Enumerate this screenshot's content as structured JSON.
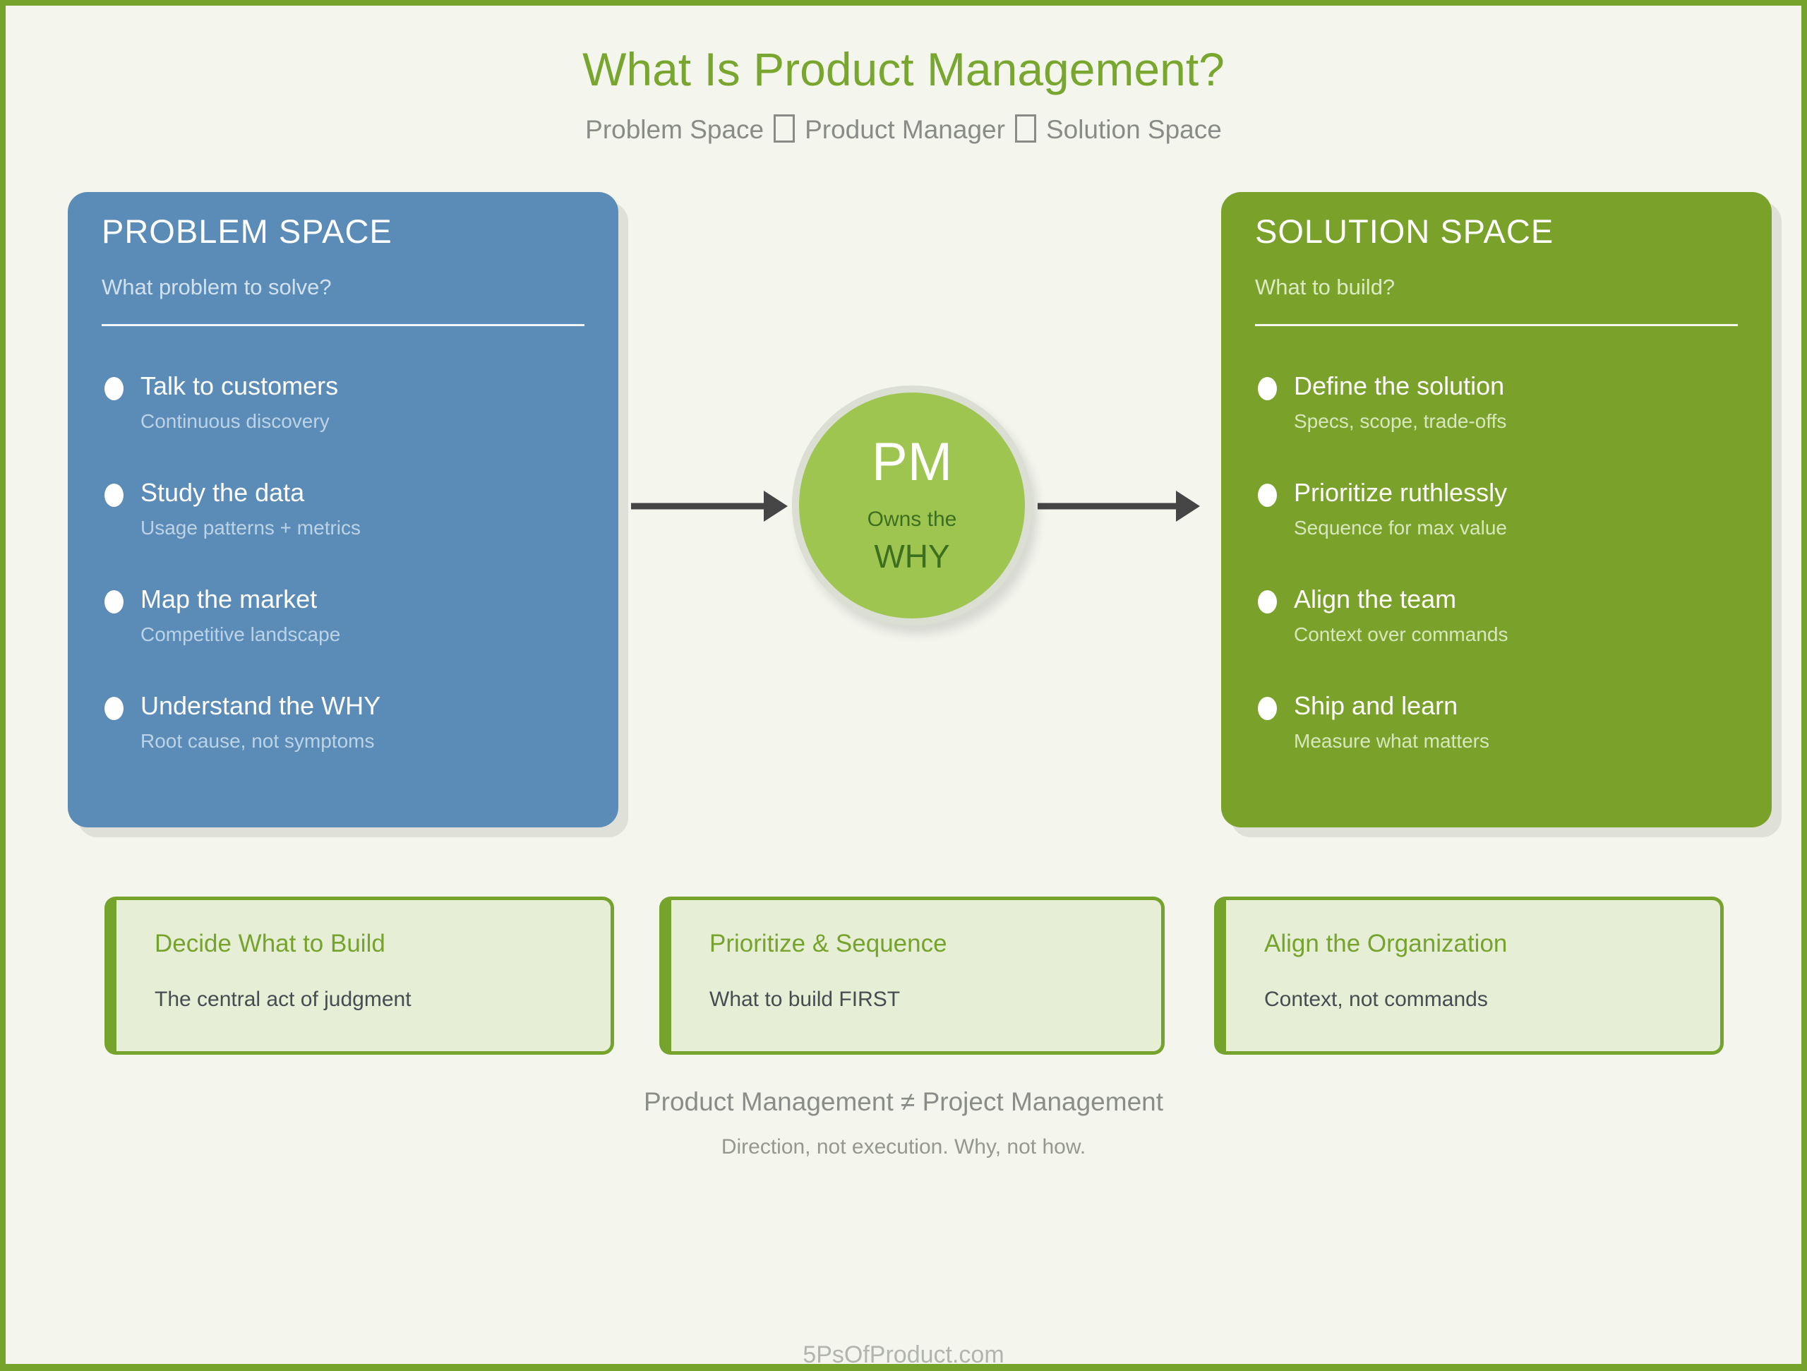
{
  "title": "What Is Product Management?",
  "subtitle": {
    "part1": "Problem Space",
    "part2": "Product Manager",
    "part3": "Solution Space"
  },
  "problem": {
    "heading": "PROBLEM SPACE",
    "question": "What problem to solve?",
    "items": [
      {
        "title": "Talk to customers",
        "desc": "Continuous discovery"
      },
      {
        "title": "Study the data",
        "desc": "Usage patterns + metrics"
      },
      {
        "title": "Map the market",
        "desc": "Competitive landscape"
      },
      {
        "title": "Understand the WHY",
        "desc": "Root cause, not symptoms"
      }
    ]
  },
  "pm": {
    "label": "PM",
    "line1": "Owns the",
    "line2": "WHY"
  },
  "solution": {
    "heading": "SOLUTION SPACE",
    "question": "What to build?",
    "items": [
      {
        "title": "Define the solution",
        "desc": "Specs, scope, trade-offs"
      },
      {
        "title": "Prioritize ruthlessly",
        "desc": "Sequence for max value"
      },
      {
        "title": "Align the team",
        "desc": "Context over commands"
      },
      {
        "title": "Ship and learn",
        "desc": "Measure what matters"
      }
    ]
  },
  "cards": [
    {
      "title": "Decide What to Build",
      "desc": "The central act of judgment"
    },
    {
      "title": "Prioritize & Sequence",
      "desc": "What to build FIRST"
    },
    {
      "title": "Align the Organization",
      "desc": "Context, not commands"
    }
  ],
  "footer": {
    "line1": "Product Management ≠ Project Management",
    "line2": "Direction, not execution. Why, not how."
  },
  "watermark": "5PsOfProduct.com",
  "colors": {
    "page_border": "#76a32c",
    "background": "#f4f6ee",
    "title_green": "#78a62f",
    "problem_panel_blue": "#5b8cb8",
    "solution_panel_green": "#7aa22a",
    "pm_circle_green": "#9fc551",
    "pm_circle_ring": "#dbded2",
    "pm_text_dark_green": "#3c7020",
    "arrow_gray": "#454545",
    "card_background": "#e6efd6",
    "card_border_green": "#76a32c",
    "muted_gray": "#8a8d87"
  }
}
